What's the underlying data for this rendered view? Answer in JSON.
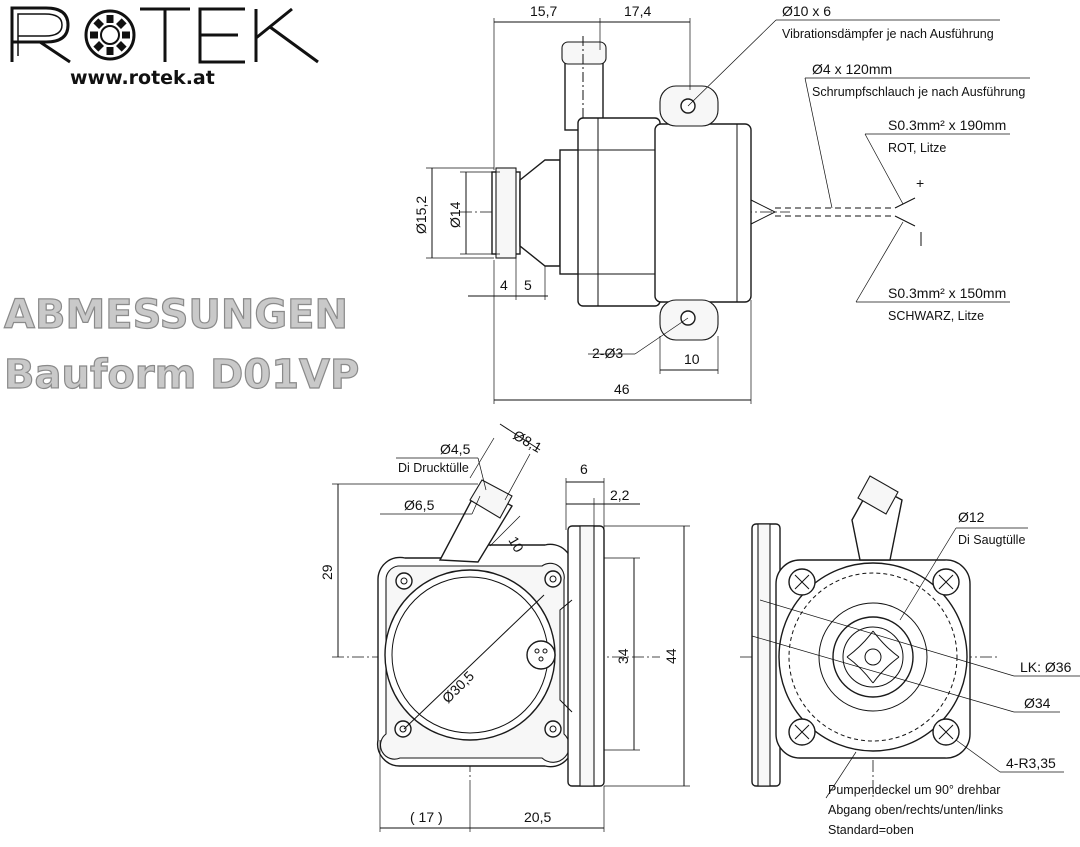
{
  "logo": {
    "brand": "ROTEK",
    "url": "www.rotek.at"
  },
  "heading": {
    "line1": "ABMESSUNGEN",
    "line2": "Bauform D01VP"
  },
  "top_view": {
    "dim_top_left": "15,7",
    "dim_top_right": "17,4",
    "damper_dim": "Ø10 x 6",
    "damper_note": "Vibrationsdämpfer je nach Ausführung",
    "tube_dim": "Ø4 x 120mm",
    "tube_note": "Schrumpfschlauch je nach Ausführung",
    "wire_red_dim": "S0.3mm² x 190mm",
    "wire_red_note": "ROT, Litze",
    "plus": "+",
    "minus": "-",
    "wire_black_dim": "S0.3mm² x 150mm",
    "wire_black_note": "SCHWARZ, Litze",
    "dia_outer": "Ø15,2",
    "dia_inner": "Ø14",
    "dim_4": "4",
    "dim_5": "5",
    "holes": "2-Ø3",
    "dim_10": "10",
    "dim_46": "46"
  },
  "front_view": {
    "dia_81": "Ø8,1",
    "dia_45": "Ø4,5",
    "di_druck": "Di Drucktülle",
    "dia_65": "Ø6,5",
    "dim_10": "10",
    "dim_6": "6",
    "dim_22": "2,2",
    "dim_29": "29",
    "dia_305": "Ø30,5",
    "dim_34": "34",
    "dim_44": "44",
    "dim_17": "( 17 )",
    "dim_205": "20,5"
  },
  "rear_view": {
    "dia_12": "Ø12",
    "di_saug": "Di Saugtülle",
    "lk": "LK: Ø36",
    "dia_34": "Ø34",
    "radius": "4-R3,35",
    "note1": "Pumpendeckel um 90° drehbar",
    "note2": "Abgang oben/rechts/unten/links",
    "note3": "Standard=oben"
  }
}
